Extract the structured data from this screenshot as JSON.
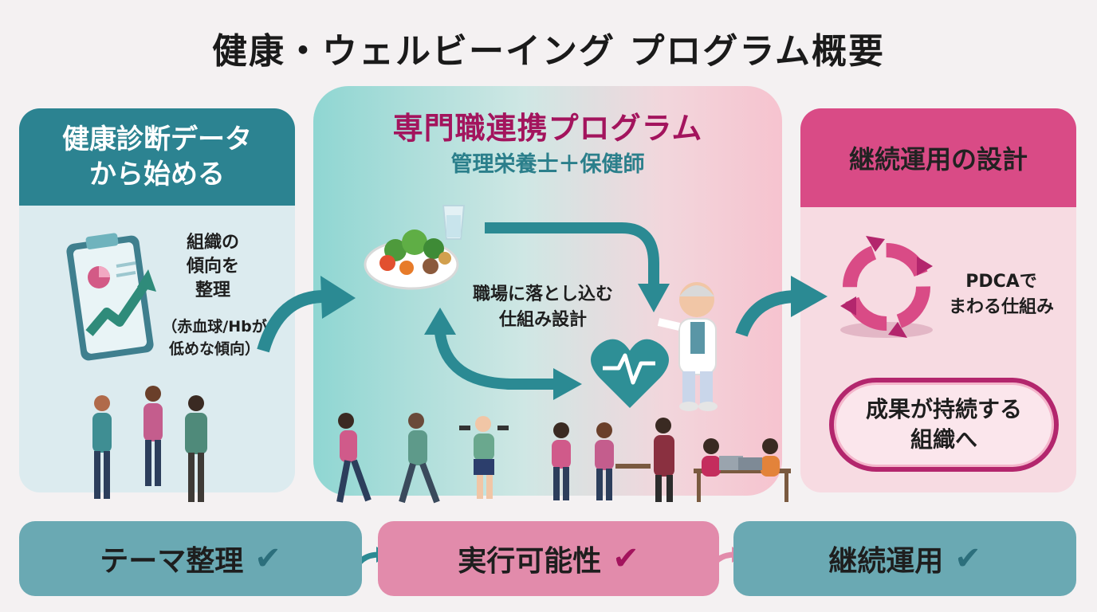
{
  "title": "健康・ウェルビーイング プログラム概要",
  "left": {
    "heading": "健康診断データ\nから始める",
    "text": "組織の\n傾向を\n整理",
    "note": "（赤血球/Hbが\n低めな傾向）"
  },
  "center": {
    "title": "専門職連携プログラム",
    "subtitle": "管理栄養士＋保健師",
    "label": "職場に落とし込む\n仕組み設計"
  },
  "right": {
    "heading": "継続運用の設計",
    "pdca": "PDCAで\nまわる仕組み",
    "outcome": "成果が持続する\n組織へ"
  },
  "bottom": [
    {
      "label": "テーマ整理",
      "check_color": "#2c6f7c"
    },
    {
      "label": "実行可能性",
      "check_color": "#a3145d"
    },
    {
      "label": "継続運用",
      "check_color": "#2c6f7c"
    }
  ],
  "colors": {
    "teal": "#2c8391",
    "magenta": "#d94b86",
    "dark_magenta": "#a3145d"
  },
  "icons": [
    "clipboard-chart-icon",
    "food-plate-icon",
    "water-glass-icon",
    "heart-pulse-icon",
    "doctor-icon",
    "cycle-arrows-icon",
    "check-icon",
    "people-icon"
  ]
}
